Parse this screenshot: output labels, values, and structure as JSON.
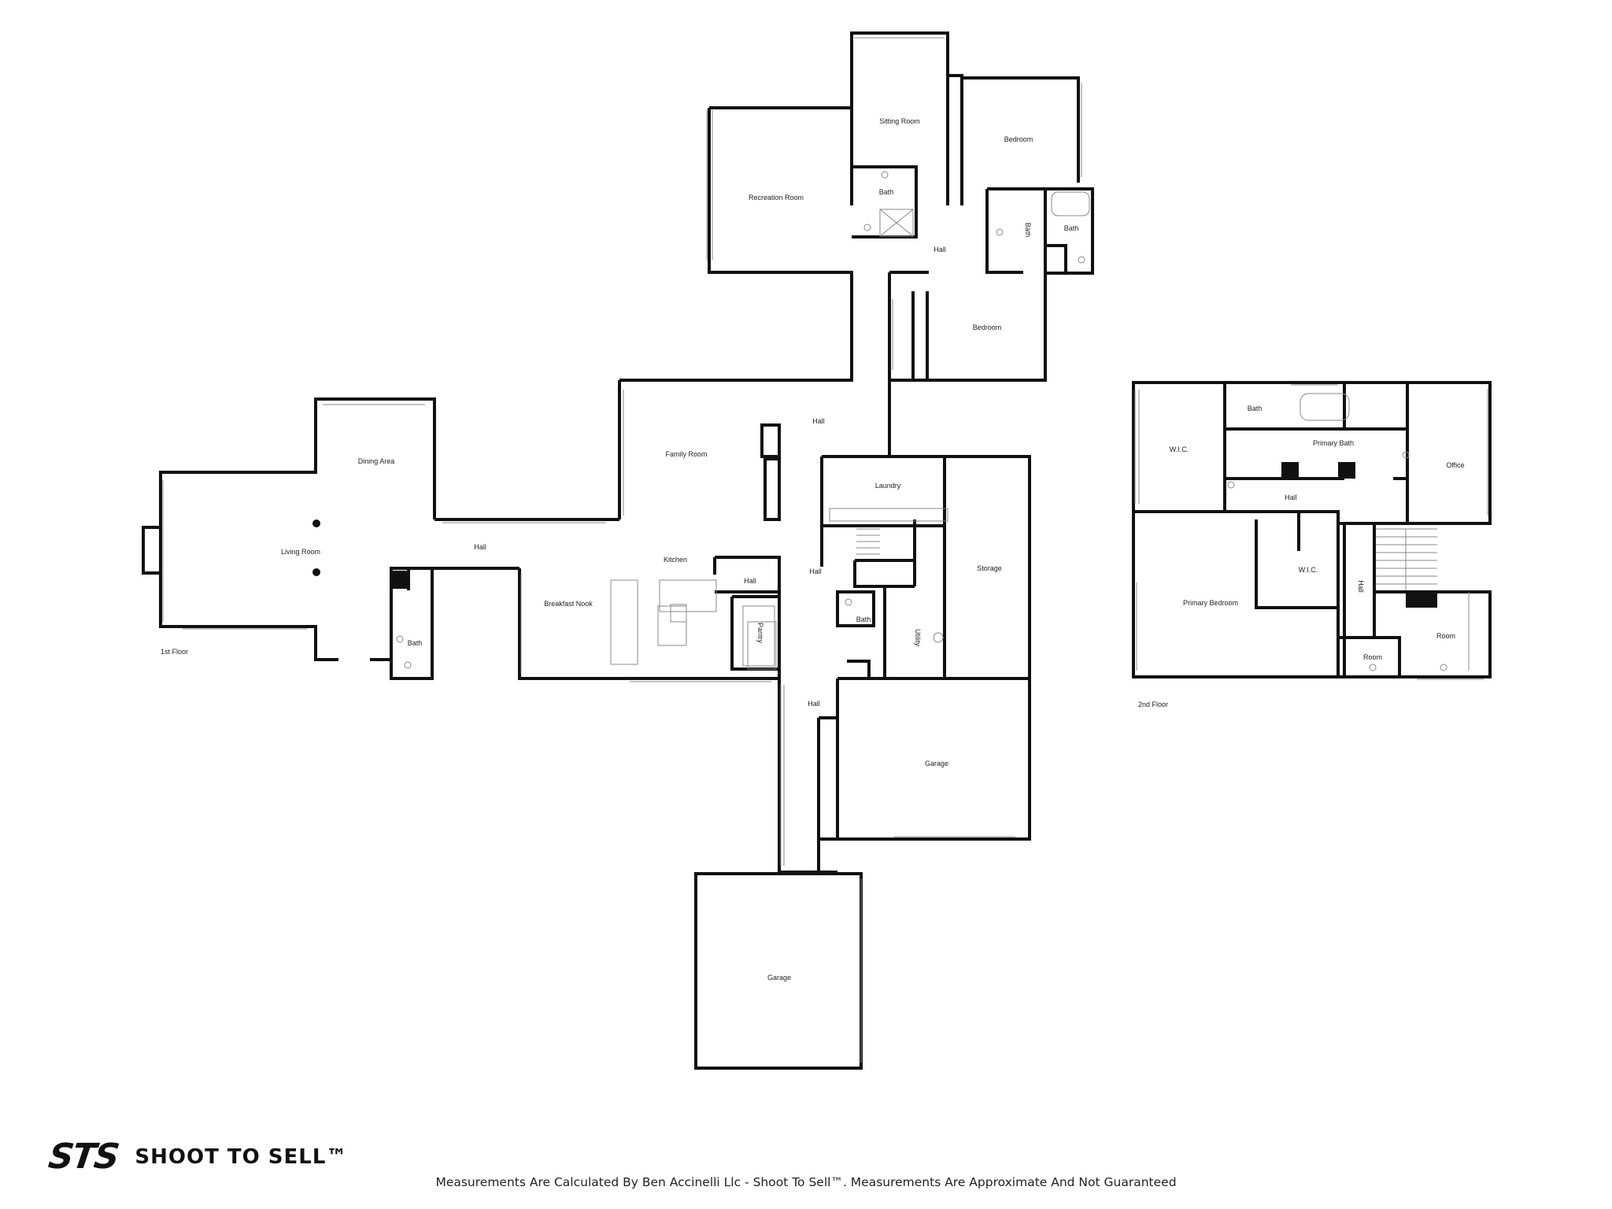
{
  "floors": [
    {
      "label": "1st Floor",
      "rooms": [
        "Sitting Room",
        "Bedroom",
        "Bath",
        "Recreation Room",
        "Bath",
        "Bath",
        "Hall",
        "Bedroom",
        "Hall",
        "Dining Area",
        "Family Room",
        "Laundry",
        "Living Room",
        "Hall",
        "Kitchen",
        "Hall",
        "Hall",
        "Storage",
        "Breakfast Nook",
        "Bath",
        "Pantry",
        "Bath",
        "Utility",
        "Hall",
        "Garage",
        "Garage"
      ]
    },
    {
      "label": "2nd Floor",
      "rooms": [
        "Bath",
        "W.I.C.",
        "Primary Bath",
        "Office",
        "Hall",
        "W.I.C.",
        "Primary Bedroom",
        "Hall",
        "Room",
        "Room"
      ]
    }
  ],
  "branding": {
    "mark": "STS",
    "name": "SHOOT TO SELL™",
    "disclaimer": "Measurements Are Calculated By Ben Accinelli Llc - Shoot To Sell™. Measurements Are Approximate And Not Guaranteed"
  }
}
